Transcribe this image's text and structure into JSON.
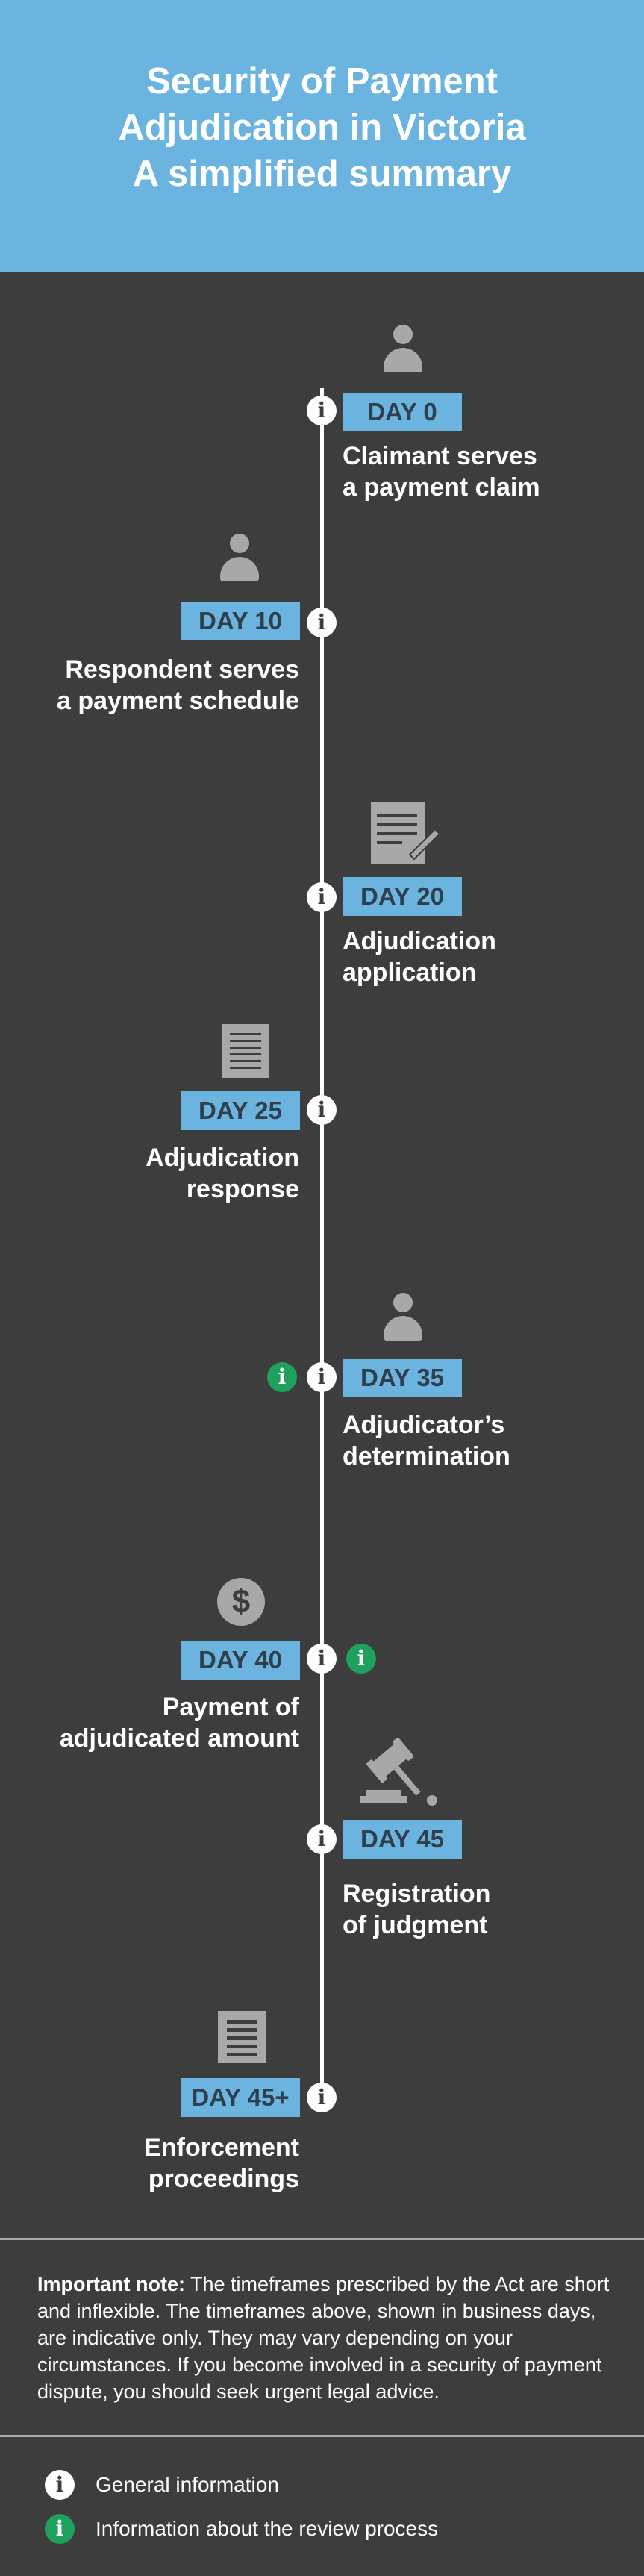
{
  "header": {
    "title_lines": [
      "Security of Payment",
      "Adjudication in Victoria",
      "A simplified summary"
    ],
    "background": "#6cb4e0"
  },
  "colors": {
    "background": "#3d3d3d",
    "accent": "#6cb4e0",
    "badge_text": "#2f3f4c",
    "icon_gray": "#a8a8a8",
    "review_green": "#1ea15c"
  },
  "info_glyph": "i",
  "steps": [
    {
      "day": "DAY 0",
      "caption": [
        "Claimant serves",
        "a payment claim"
      ],
      "icon": "person-icon",
      "side": "right"
    },
    {
      "day": "DAY 10",
      "caption": [
        "Respondent serves",
        "a payment schedule"
      ],
      "icon": "person-icon",
      "side": "left"
    },
    {
      "day": "DAY 20",
      "caption": [
        "Adjudication",
        "application"
      ],
      "icon": "document-pen-icon",
      "side": "right"
    },
    {
      "day": "DAY 25",
      "caption": [
        "Adjudication",
        "response"
      ],
      "icon": "document-icon",
      "side": "left"
    },
    {
      "day": "DAY 35",
      "caption": [
        "Adjudicator’s",
        "determination"
      ],
      "icon": "person-icon",
      "side": "right",
      "review_info": true
    },
    {
      "day": "DAY 40",
      "caption": [
        "Payment of",
        "adjudicated amount"
      ],
      "icon": "dollar-icon",
      "side": "left",
      "review_info": true
    },
    {
      "day": "DAY 45",
      "caption": [
        "Registration",
        "of judgment"
      ],
      "icon": "gavel-icon",
      "side": "right"
    },
    {
      "day": "DAY 45+",
      "caption": [
        "Enforcement",
        "proceedings"
      ],
      "icon": "document-icon",
      "side": "left"
    }
  ],
  "note": {
    "label": "Important note:",
    "text": " The timeframes prescribed by the Act are short and inflexible. The timeframes above, shown in business days, are indicative only. They may vary depending on your circumstances. If you become involved in a security of payment dispute, you should seek urgent legal advice."
  },
  "legend": [
    {
      "label": "General information",
      "icon": "general-info-icon"
    },
    {
      "label": "Information about the review process",
      "icon": "review-info-icon"
    }
  ]
}
